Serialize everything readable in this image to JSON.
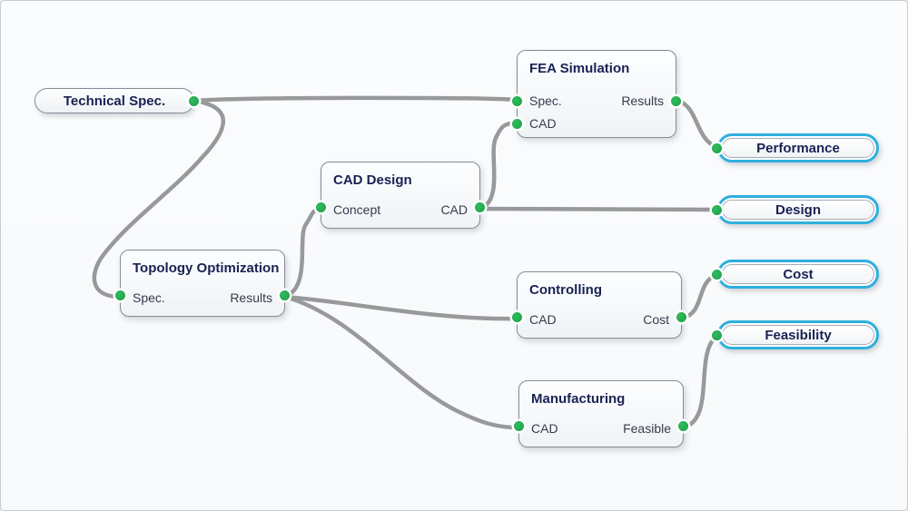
{
  "canvas": {
    "background": "#f9fafc",
    "border_color": "#c8cbcf",
    "wire_color": "#98999b",
    "port_color": "#27a952",
    "selection_color": "#2eb0de",
    "title_color": "#1a2253"
  },
  "nodes": {
    "technical_spec": {
      "type": "source",
      "title": "Technical Spec."
    },
    "fea": {
      "type": "process",
      "title": "FEA Simulation",
      "inputs": [
        {
          "label": "Spec."
        },
        {
          "label": "CAD"
        }
      ],
      "outputs": [
        {
          "label": "Results"
        }
      ]
    },
    "cad_design": {
      "type": "process",
      "title": "CAD Design",
      "inputs": [
        {
          "label": "Concept"
        }
      ],
      "outputs": [
        {
          "label": "CAD"
        }
      ]
    },
    "topology": {
      "type": "process",
      "title": "Topology Optimization",
      "inputs": [
        {
          "label": "Spec."
        }
      ],
      "outputs": [
        {
          "label": "Results"
        }
      ]
    },
    "controlling": {
      "type": "process",
      "title": "Controlling",
      "inputs": [
        {
          "label": "CAD"
        }
      ],
      "outputs": [
        {
          "label": "Cost"
        }
      ]
    },
    "manufacturing": {
      "type": "process",
      "title": "Manufacturing",
      "inputs": [
        {
          "label": "CAD"
        }
      ],
      "outputs": [
        {
          "label": "Feasible"
        }
      ]
    },
    "performance": {
      "type": "sink",
      "title": "Performance"
    },
    "design": {
      "type": "sink",
      "title": "Design"
    },
    "cost": {
      "type": "sink",
      "title": "Cost"
    },
    "feasibility": {
      "type": "sink",
      "title": "Feasibility"
    }
  },
  "edges": [
    {
      "from": "technical_spec.out",
      "to": "fea.spec"
    },
    {
      "from": "technical_spec.out",
      "to": "topology.spec"
    },
    {
      "from": "topology.results",
      "to": "cad_design.concept"
    },
    {
      "from": "cad_design.cad",
      "to": "fea.cad"
    },
    {
      "from": "cad_design.cad",
      "to": "design.in"
    },
    {
      "from": "fea.results",
      "to": "performance.in"
    },
    {
      "from": "topology.results",
      "to": "controlling.cad"
    },
    {
      "from": "topology.results",
      "to": "manufacturing.cad"
    },
    {
      "from": "controlling.cost",
      "to": "cost.in"
    },
    {
      "from": "manufacturing.feasible",
      "to": "feasibility.in"
    }
  ]
}
